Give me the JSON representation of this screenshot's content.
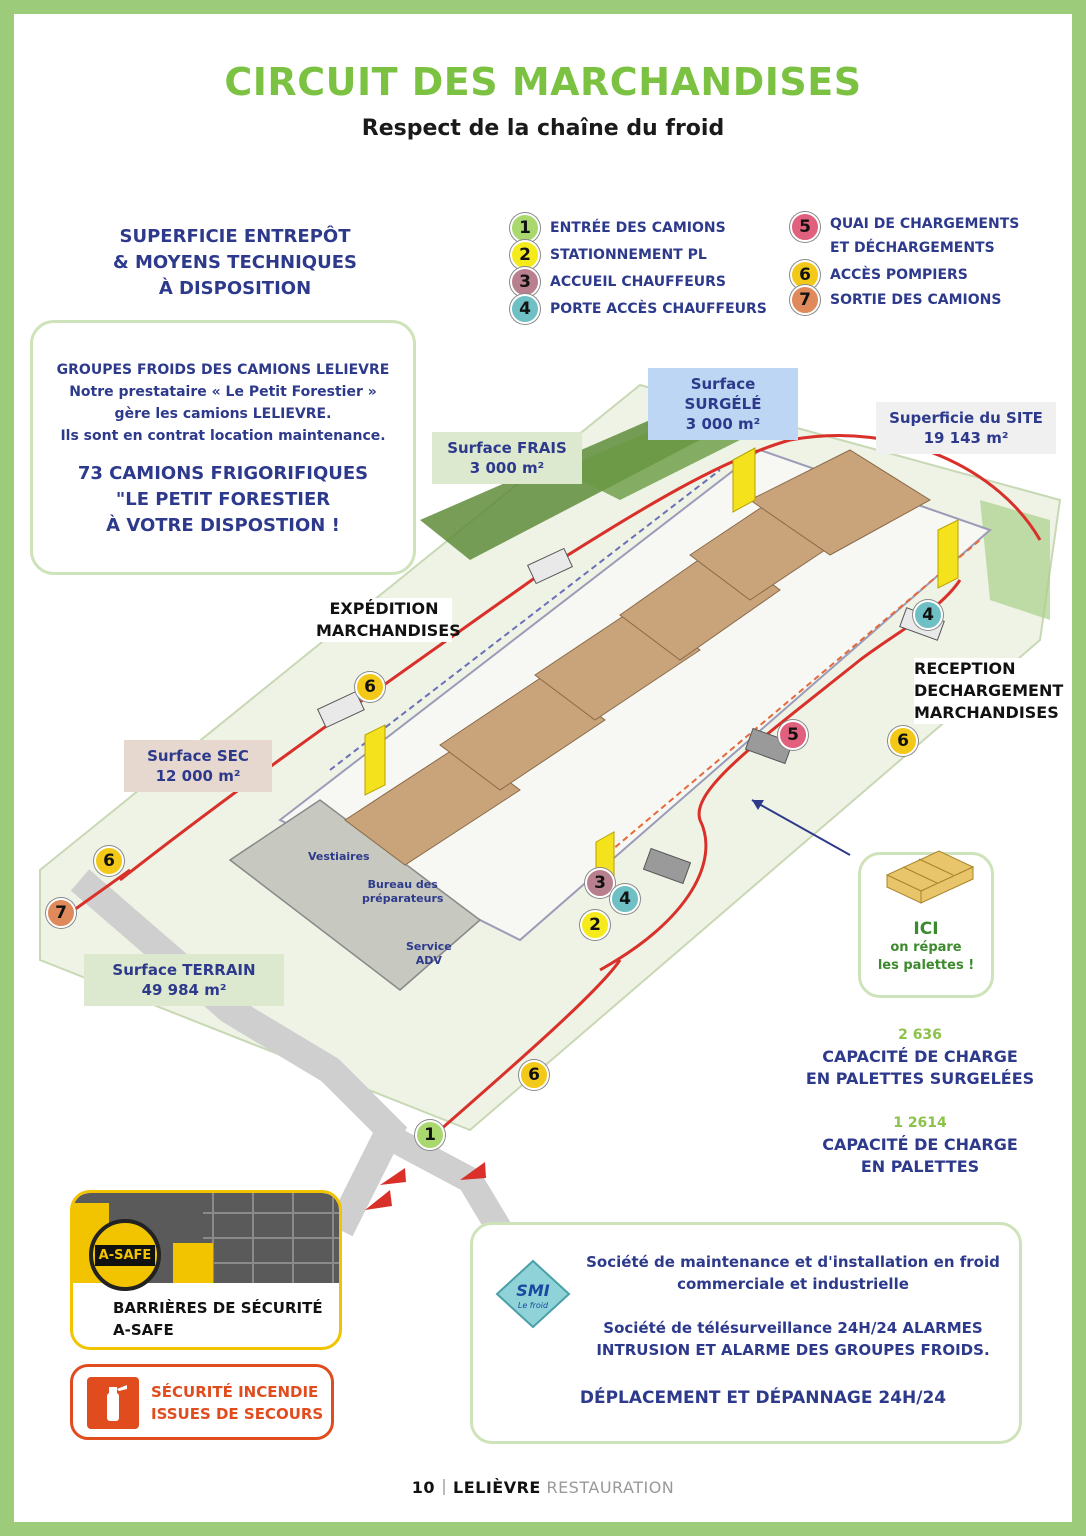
{
  "title": "CIRCUIT DES MARCHANDISES",
  "subtitle": "Respect de la chaîne du froid",
  "superficie_heading": [
    "SUPERFICIE ENTREPÔT",
    "& MOYENS TECHNIQUES",
    "À DISPOSITION"
  ],
  "legend": [
    {
      "num": "1",
      "label": "ENTRÉE DES CAMIONS",
      "color": "#a8d86e"
    },
    {
      "num": "2",
      "label": "STATIONNEMENT PL",
      "color": "#f4ea1c"
    },
    {
      "num": "3",
      "label": "ACCUEIL CHAUFFEURS",
      "color": "#b8808e"
    },
    {
      "num": "4",
      "label": "PORTE ACCÈS CHAUFFEURS",
      "color": "#6fc0c4"
    },
    {
      "num": "5",
      "label_lines": [
        "QUAI DE CHARGEMENTS",
        "ET DÉCHARGEMENTS"
      ],
      "color": "#e0607e"
    },
    {
      "num": "6",
      "label": "ACCÈS POMPIERS",
      "color": "#f2c918"
    },
    {
      "num": "7",
      "label": "SORTIE DES CAMIONS",
      "color": "#e08a5c"
    }
  ],
  "info_box": {
    "lines": [
      "GROUPES FROIDS DES CAMIONS LELIEVRE",
      "Notre prestataire « Le Petit Forestier »",
      "gère les camions LELIEVRE.",
      "Ils sont en contrat location maintenance."
    ],
    "highlight": [
      "73 CAMIONS FRIGORIFIQUES",
      "\"LE PETIT FORESTIER",
      "À VOTRE DISPOSTION !"
    ]
  },
  "surfaces": {
    "surgele": {
      "name": "Surface SURGÉLÉ",
      "value": "3 000 m²"
    },
    "site": {
      "name": "Superficie du SITE",
      "value": "19 143 m²"
    },
    "frais": {
      "name": "Surface FRAIS",
      "value": "3 000 m²"
    },
    "sec": {
      "name": "Surface SEC",
      "value": "12 000 m²"
    },
    "terrain": {
      "name": "Surface TERRAIN",
      "value": "49 984 m²"
    }
  },
  "map_labels": {
    "expedition": [
      "EXPÉDITION",
      "MARCHANDISES"
    ],
    "reception": [
      "RECEPTION",
      "DECHARGEMENT",
      "MARCHANDISES"
    ],
    "vestiaires": "Vestiaires",
    "bureau": [
      "Bureau des",
      "préparateurs"
    ],
    "service": [
      "Service",
      "ADV"
    ]
  },
  "pallet_box": {
    "title": "ICI",
    "lines": [
      "on répare",
      "les palettes !"
    ]
  },
  "capacities": [
    {
      "number": "2 636",
      "lines": [
        "CAPACITÉ DE CHARGE",
        "EN PALETTES SURGELÉES"
      ]
    },
    {
      "number": "1 2614",
      "lines": [
        "CAPACITÉ DE CHARGE",
        "EN PALETTES"
      ]
    }
  ],
  "asafe": {
    "logo": "A-SAFE",
    "caption": [
      "BARRIÈRES DE SÉCURITÉ",
      "A-SAFE"
    ]
  },
  "fire": {
    "caption": [
      "SÉCURITÉ INCENDIE",
      "ISSUES DE SECOURS"
    ]
  },
  "smi": {
    "logo": "SMI",
    "logo_sub": "Le froid",
    "p1": [
      "Société de maintenance et d'installation en froid",
      "commerciale et industrielle"
    ],
    "p2": [
      "Société de télésurveillance 24H/24 ALARMES",
      "INTRUSION ET ALARME DES GROUPES FROIDS."
    ],
    "p3": "DÉPLACEMENT ET DÉPANNAGE 24H/24"
  },
  "footer": {
    "page": "10",
    "brand": "LELIÈVRE",
    "brand2": "RESTAURATION"
  },
  "colors": {
    "green_title": "#7cc242",
    "navy": "#2d3a8c",
    "frame": "#9ccb7a",
    "route_red": "#d9302a"
  }
}
